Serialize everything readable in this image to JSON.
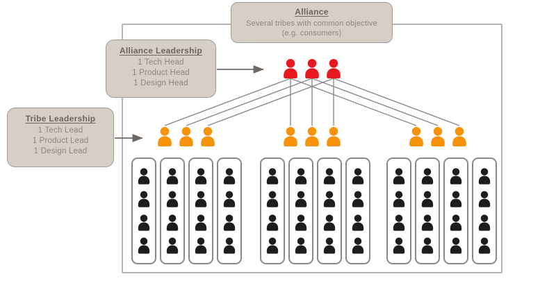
{
  "diagram": {
    "alliance_box": {
      "title": "Alliance",
      "description": "Several tribes with common objective (e.g. consumers)"
    },
    "alliance_leadership_box": {
      "title": "Alliance Leadership",
      "roles": [
        "1 Tech Head",
        "1 Product Head",
        "1 Design Head"
      ]
    },
    "tribe_leadership_box": {
      "title": "Tribe Leadership",
      "roles": [
        "1 Tech Lead",
        "1 Product Lead",
        "1 Design Lead"
      ]
    },
    "structure": {
      "alliance_heads": 3,
      "tribes": 3,
      "tribe_leads_per_tribe": 3,
      "squads_per_tribe": 4,
      "members_per_squad": 4
    },
    "colors": {
      "alliance_head": "#e8191e",
      "tribe_lead": "#f7920b",
      "squad_member": "#1d1d1b",
      "box_fill": "#d6cfc7",
      "box_border": "#a29a92",
      "box_title": "#6b645e",
      "box_text": "#8d857c",
      "connector": "#8c8783",
      "arrow": "#6e6964",
      "squad_border": "#8d8883",
      "frame_border": "#b7b3b0"
    }
  }
}
